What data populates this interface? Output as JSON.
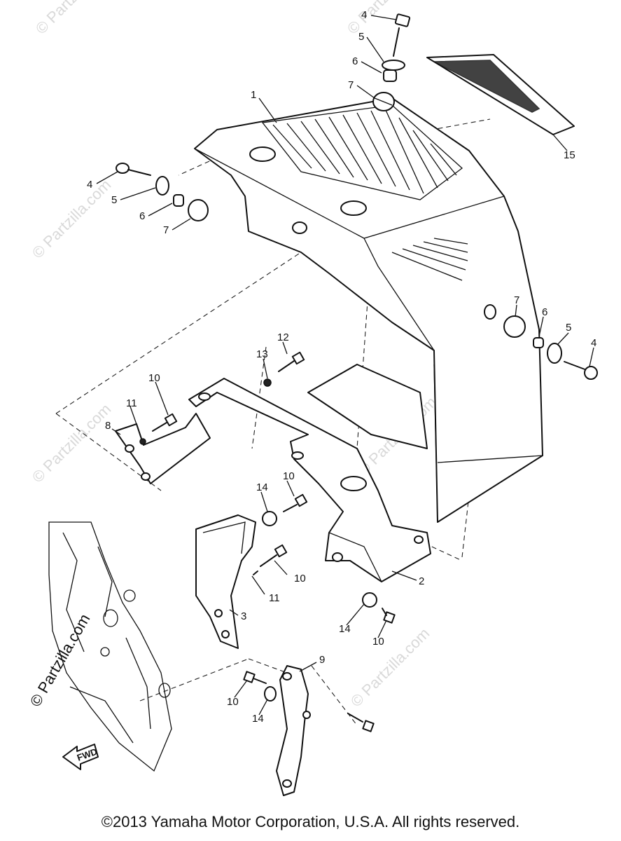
{
  "copyright": "©2013 Yamaha Motor Corporation, U.S.A. All rights reserved.",
  "watermark": "© Partzilla.com",
  "watermark_main": "© Partzilla.com",
  "fwd_label": "FWD",
  "callouts": {
    "c1": "1",
    "c2": "2",
    "c3": "3",
    "c4a": "4",
    "c4b": "4",
    "c4c": "4",
    "c5a": "5",
    "c5b": "5",
    "c5c": "5",
    "c6a": "6",
    "c6b": "6",
    "c6c": "6",
    "c7a": "7",
    "c7b": "7",
    "c7c": "7",
    "c8": "8",
    "c9": "9",
    "c10a": "10",
    "c10b": "10",
    "c10c": "10",
    "c10d": "10",
    "c10e": "10",
    "c11a": "11",
    "c11b": "11",
    "c12": "12",
    "c13": "13",
    "c14a": "14",
    "c14b": "14",
    "c14c": "14",
    "c15": "15"
  }
}
